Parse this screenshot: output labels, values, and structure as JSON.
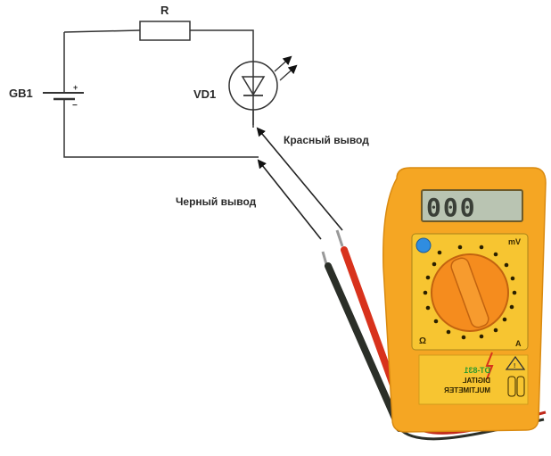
{
  "schematic": {
    "resistor_label": "R",
    "battery_label": "GB1",
    "battery_plus": "+",
    "battery_minus": "−",
    "led_label": "VD1"
  },
  "annotations": {
    "red_lead": "Красный вывод",
    "black_lead": "Черный вывод"
  },
  "multimeter": {
    "display_value": "000",
    "model": "DT-831",
    "label_line1": "DIGITAL",
    "label_line2": "MULTIMETER",
    "range_mv": "mV",
    "range_ohm": "Ω",
    "range_a": "A",
    "body_color": "#f5a623",
    "panel_color": "#f7c531",
    "lcd_color": "#b9c4b2"
  },
  "leads": {
    "red_color": "#d8321c",
    "black_color": "#2b2f28"
  }
}
